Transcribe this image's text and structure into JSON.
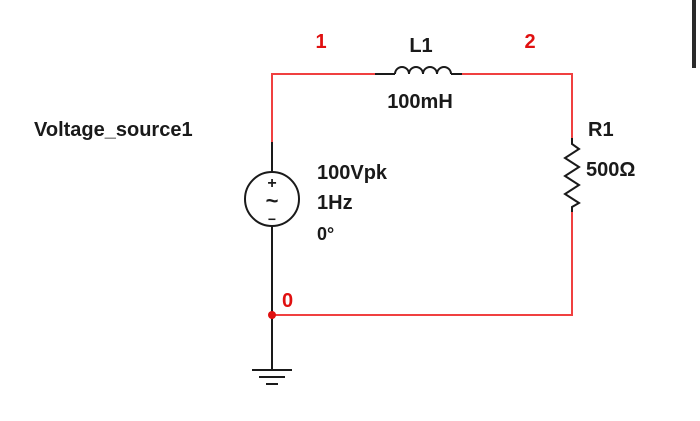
{
  "circuit": {
    "wire_color": "#f04040",
    "nodes": {
      "n1": "1",
      "n2": "2",
      "n0": "0"
    },
    "source": {
      "name": "Voltage_source1",
      "amplitude": "100Vpk",
      "frequency": "1Hz",
      "phase": "0°",
      "plus": "+",
      "minus": "−",
      "symbol": "~"
    },
    "inductor": {
      "name": "L1",
      "value": "100mH"
    },
    "resistor": {
      "name": "R1",
      "value": "500Ω"
    }
  }
}
